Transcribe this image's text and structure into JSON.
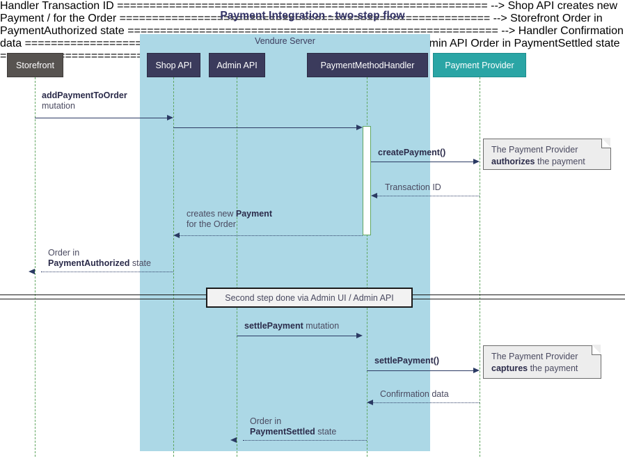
{
  "title": "Payment Integration - two-step flow",
  "group": {
    "label": "Vendure Server",
    "color": "#ACD8E6"
  },
  "participants": [
    {
      "name": "storefront",
      "label": "Storefront",
      "color": "#575350"
    },
    {
      "name": "shop-api",
      "label": "Shop API",
      "color": "#3B3B5C"
    },
    {
      "name": "admin-api",
      "label": "Admin API",
      "color": "#3B3B5C"
    },
    {
      "name": "payment-method-handler",
      "label": "PaymentMethodHandler",
      "color": "#3B3B5C"
    },
    {
      "name": "payment-provider",
      "label": "Payment Provider",
      "color": "#2AA5A5"
    }
  ],
  "messages": [
    {
      "name": "add-payment-to-order",
      "line1_bold": "addPaymentToOrder",
      "line1_rest": "",
      "line2_bold": "",
      "line2_rest": "mutation",
      "style": "solid"
    },
    {
      "name": "shop-to-handler",
      "line1_bold": "",
      "line1_rest": "",
      "line2_bold": "",
      "line2_rest": "",
      "style": "solid"
    },
    {
      "name": "create-payment",
      "line1_bold": "createPayment()",
      "line1_rest": "",
      "line2_bold": "",
      "line2_rest": "",
      "style": "solid"
    },
    {
      "name": "transaction-id",
      "line1_bold": "",
      "line1_rest": "Transaction ID",
      "line2_bold": "",
      "line2_rest": "",
      "style": "dotted"
    },
    {
      "name": "creates-new-payment",
      "line1_bold": "Payment",
      "line1_rest": "creates new ",
      "line2_bold": "",
      "line2_rest": "for the Order",
      "style": "dotted"
    },
    {
      "name": "order-payment-authorized",
      "line1_bold": "",
      "line1_rest": "Order in",
      "line2_bold": "PaymentAuthorized",
      "line2_rest": " state",
      "style": "dotted"
    },
    {
      "name": "settle-payment-mutation",
      "line1_bold": "settlePayment",
      "line1_rest": " mutation",
      "line2_bold": "",
      "line2_rest": "",
      "style": "solid"
    },
    {
      "name": "settle-payment-call",
      "line1_bold": "settlePayment()",
      "line1_rest": "",
      "line2_bold": "",
      "line2_rest": "",
      "style": "solid"
    },
    {
      "name": "confirmation-data",
      "line1_bold": "",
      "line1_rest": "Confirmation data",
      "line2_bold": "",
      "line2_rest": "",
      "style": "dotted"
    },
    {
      "name": "order-payment-settled",
      "line1_bold": "",
      "line1_rest": "Order in",
      "line2_bold": "PaymentSettled",
      "line2_rest": " state",
      "style": "dotted"
    }
  ],
  "notes": [
    {
      "name": "note-authorizes",
      "line1": "The Payment Provider",
      "line2_bold": "authorizes",
      "line2_rest": " the payment"
    },
    {
      "name": "note-captures",
      "line1": "The Payment Provider",
      "line2_bold": "captures",
      "line2_rest": " the payment"
    }
  ],
  "divider": {
    "label": "Second step done via Admin UI / Admin API"
  }
}
